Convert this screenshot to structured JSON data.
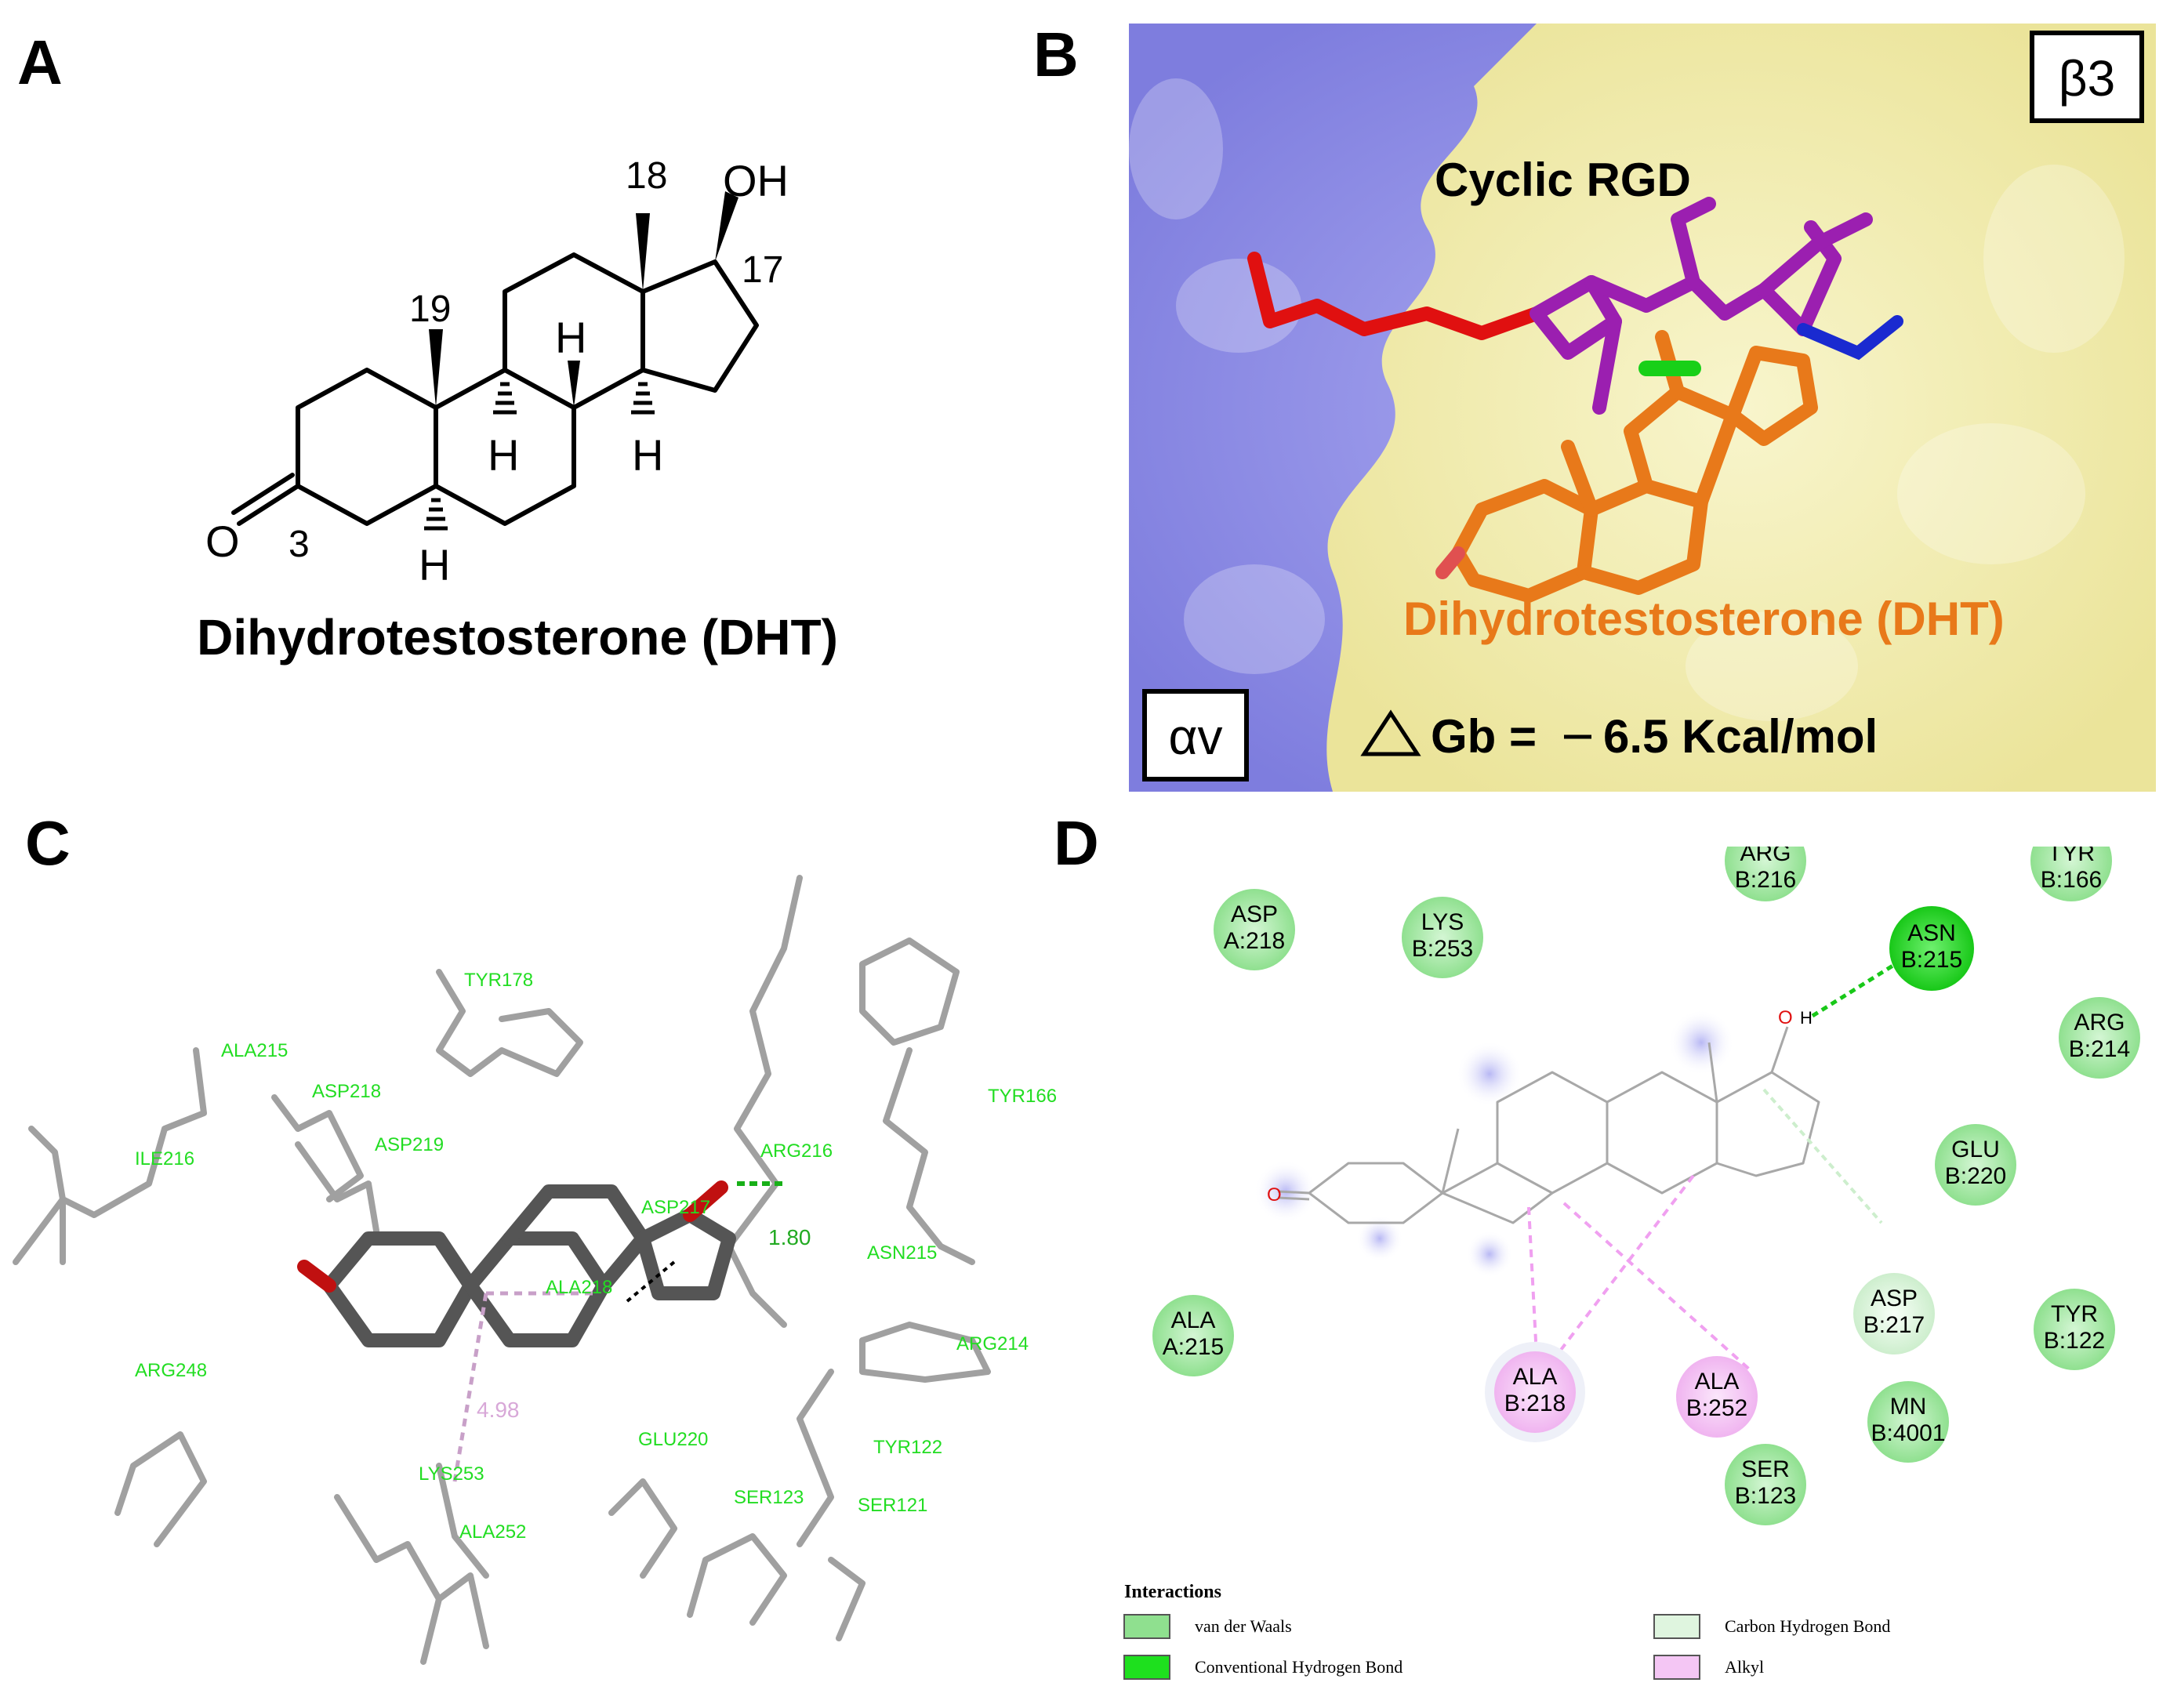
{
  "panels": {
    "a": {
      "letter": "A",
      "numbers": {
        "n18": "18",
        "n19": "19",
        "n17": "17",
        "n3": "3"
      },
      "atoms": {
        "oh": "OH",
        "o": "O",
        "h": "H"
      },
      "caption": "Dihydrotestosterone (DHT)"
    },
    "b": {
      "letter": "B",
      "beta": "β3",
      "alpha": "αv",
      "cyclic_label": "Cyclic RGD",
      "dht_label": "Dihydrotestosterone (DHT)",
      "energy_prefix": "Gb = ",
      "energy_value": "6.5 Kcal/mol",
      "colors": {
        "alpha_surface": "#8f8ee8",
        "beta_surface": "#f3efb0",
        "dht": "#e8791a",
        "rgd": "#9b1fb0",
        "red": "#e01010",
        "blue": "#1a2ad0"
      }
    },
    "c": {
      "letter": "C",
      "residues": [
        "TYR178",
        "ALA215",
        "ASP218",
        "ASP219",
        "ILE216",
        "ARG216",
        "TYR166",
        "ASP217",
        "ASN215",
        "ALA218",
        "ARG214",
        "ARG248",
        "GLU220",
        "TYR122",
        "LYS253",
        "SER123",
        "SER121",
        "ALA252"
      ],
      "distances": [
        "1.80",
        "4.98"
      ]
    },
    "d": {
      "letter": "D",
      "residues": [
        {
          "l1": "ASP",
          "l2": "A:218",
          "kind": "vdw"
        },
        {
          "l1": "LYS",
          "l2": "B:253",
          "kind": "vdw"
        },
        {
          "l1": "ARG",
          "l2": "B:216",
          "kind": "vdw"
        },
        {
          "l1": "TYR",
          "l2": "B:166",
          "kind": "vdw"
        },
        {
          "l1": "ASN",
          "l2": "B:215",
          "kind": "hbond"
        },
        {
          "l1": "ARG",
          "l2": "B:214",
          "kind": "vdw"
        },
        {
          "l1": "GLU",
          "l2": "B:220",
          "kind": "vdw"
        },
        {
          "l1": "ASP",
          "l2": "B:217",
          "kind": "carbon"
        },
        {
          "l1": "TYR",
          "l2": "B:122",
          "kind": "vdw"
        },
        {
          "l1": "ALA",
          "l2": "A:215",
          "kind": "vdw"
        },
        {
          "l1": "ALA",
          "l2": "B:218",
          "kind": "alkyl"
        },
        {
          "l1": "ALA",
          "l2": "B:252",
          "kind": "alkyl"
        },
        {
          "l1": "MN",
          "l2": "B:4001",
          "kind": "vdw"
        },
        {
          "l1": "SER",
          "l2": "B:123",
          "kind": "vdw"
        }
      ],
      "atoms": {
        "o_keto": "O",
        "o_hydroxyl": "O",
        "h": "H"
      },
      "legend_title": "Interactions",
      "legend": [
        {
          "label": "van der Waals",
          "color": "#8fe08f"
        },
        {
          "label": "Carbon Hydrogen Bond",
          "color": "#dff5df"
        },
        {
          "label": "Conventional Hydrogen Bond",
          "color": "#1ee01e"
        },
        {
          "label": "Alkyl",
          "color": "#f4c6f4"
        }
      ]
    }
  }
}
